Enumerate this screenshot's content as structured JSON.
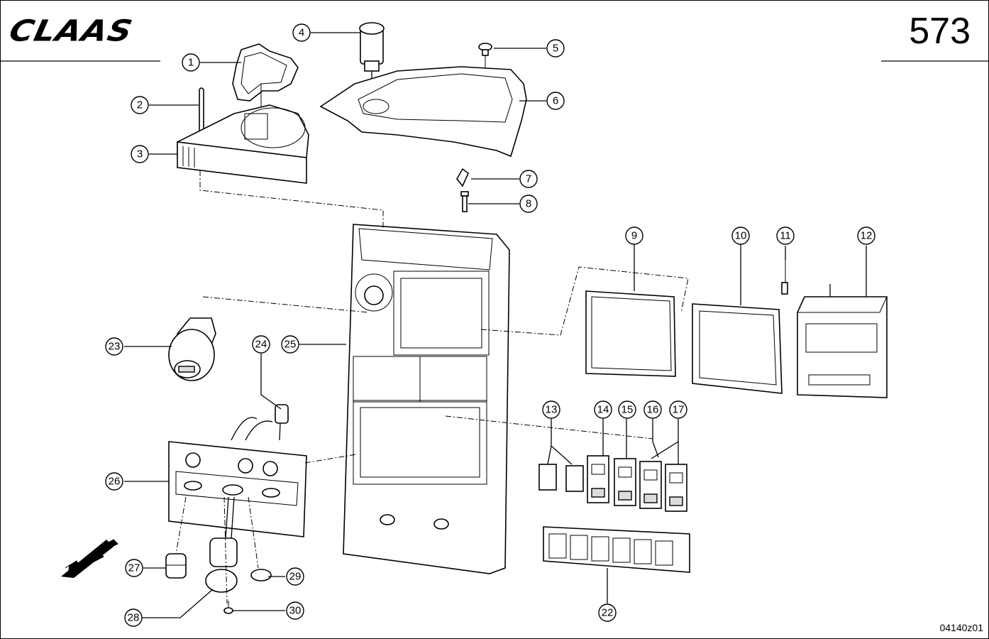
{
  "header": {
    "brand": "CLAAS",
    "page_number": "573"
  },
  "footer": {
    "drawing_code": "04140z01"
  },
  "callouts": [
    "1",
    "2",
    "3",
    "4",
    "5",
    "6",
    "7",
    "8",
    "9",
    "10",
    "11",
    "12",
    "13",
    "14",
    "15",
    "16",
    "17",
    "22",
    "23",
    "24",
    "25",
    "26",
    "27",
    "28",
    "29",
    "30"
  ],
  "colors": {
    "ink": "#000000",
    "paper": "#ffffff",
    "shade": "#dcdcdc"
  }
}
